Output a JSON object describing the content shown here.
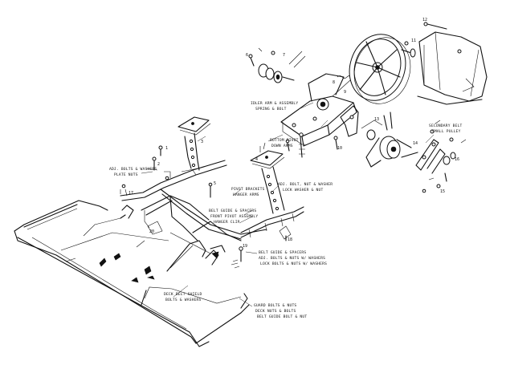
{
  "callouts": [
    "BOTTOM PIVOT",
    "DOWN ARMS",
    "IDLER ARM & ASSEMBLY",
    "SECONDARY BELT",
    "SMALL PULLEY"
  ],
  "part_numbers": [
    "1",
    "2",
    "3",
    "4",
    "5",
    "6",
    "7",
    "8",
    "9",
    "10",
    "11",
    "12",
    "13",
    "14",
    "15",
    "16",
    "17",
    "18",
    "19",
    "20"
  ]
}
